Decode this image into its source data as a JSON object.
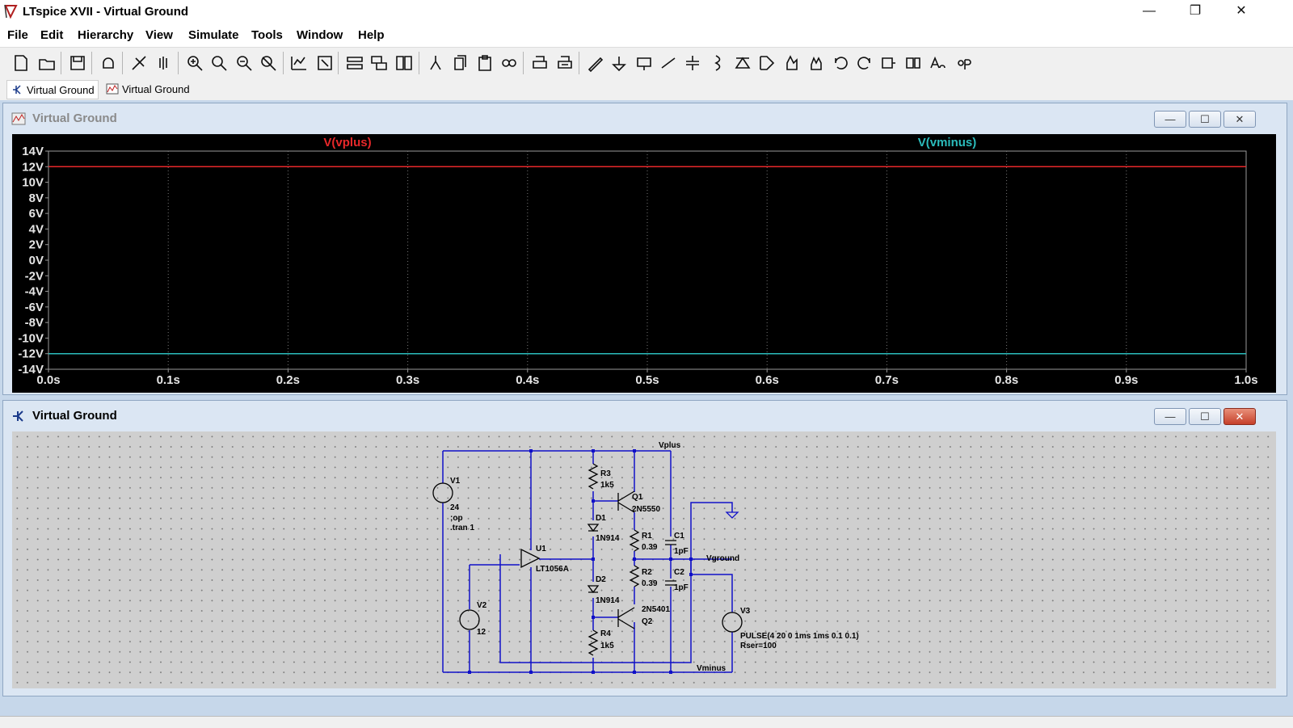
{
  "window": {
    "title": "LTspice XVII - Virtual Ground",
    "minimize": "—",
    "restore": "❐",
    "close": "✕"
  },
  "menu": [
    "File",
    "Edit",
    "Hierarchy",
    "View",
    "Simulate",
    "Tools",
    "Window",
    "Help"
  ],
  "toolbar_icons": [
    "new-schematic-icon",
    "open-icon",
    "save-icon",
    "control-panel-icon",
    "run-icon",
    "halt-icon",
    "zoom-in-icon",
    "zoom-area-icon",
    "zoom-out-icon",
    "zoom-fit-icon",
    "autorange-icon",
    "pick-visible-icon",
    "tile-horizontal-icon",
    "cascade-icon",
    "tile-vertical-icon",
    "cut-icon",
    "copy-icon",
    "paste-icon",
    "find-icon",
    "print-icon",
    "print-preview-icon",
    "draw-wire-icon",
    "ground-icon",
    "label-net-icon",
    "resistor-icon",
    "capacitor-icon",
    "inductor-icon",
    "diode-icon",
    "component-icon",
    "move-icon",
    "drag-icon",
    "undo-icon",
    "redo-icon",
    "rotate-icon",
    "mirror-icon",
    "text-icon",
    "spice-directive-icon"
  ],
  "tabs": [
    {
      "label": "Virtual Ground",
      "icon": "schematic-icon"
    },
    {
      "label": "Virtual Ground",
      "icon": "waveform-icon"
    }
  ],
  "plot_window": {
    "title": "Virtual Ground",
    "buttons": {
      "min": "—",
      "max": "☐",
      "close": "✕"
    }
  },
  "schematic_window": {
    "title": "Virtual Ground",
    "buttons": {
      "min": "—",
      "max": "☐",
      "close": "✕"
    }
  },
  "chart_data": {
    "type": "line",
    "x": [
      0.0,
      1.0
    ],
    "xlim": [
      0.0,
      1.0
    ],
    "ylim": [
      -14,
      14
    ],
    "xticks": [
      "0.0s",
      "0.1s",
      "0.2s",
      "0.3s",
      "0.4s",
      "0.5s",
      "0.6s",
      "0.7s",
      "0.8s",
      "0.9s",
      "1.0s"
    ],
    "xtick_values": [
      0,
      0.1,
      0.2,
      0.3,
      0.4,
      0.5,
      0.6,
      0.7,
      0.8,
      0.9,
      1.0
    ],
    "yticks": [
      "14V",
      "12V",
      "10V",
      "8V",
      "6V",
      "4V",
      "2V",
      "0V",
      "-2V",
      "-4V",
      "-6V",
      "-8V",
      "-10V",
      "-12V",
      "-14V"
    ],
    "ytick_values": [
      14,
      12,
      10,
      8,
      6,
      4,
      2,
      0,
      -2,
      -4,
      -6,
      -8,
      -10,
      -12,
      -14
    ],
    "grid": true,
    "series": [
      {
        "name": "V(vplus)",
        "values": [
          12,
          12
        ],
        "color": "#e8282a"
      },
      {
        "name": "V(vminus)",
        "values": [
          -12,
          -12
        ],
        "color": "#2bbcbc"
      }
    ]
  },
  "schematic": {
    "labels": {
      "vplus": "Vplus",
      "vminus": "Vminus",
      "vground": "Vground",
      "v1_name": "V1",
      "v1_value": "24",
      "op": ";op",
      "tran": ".tran 1",
      "v2_name": "V2",
      "v2_value": "12",
      "u1_name": "U1",
      "u1_model": "LT1056A",
      "r3_name": "R3",
      "r3_value": "1k5",
      "q1_name": "Q1",
      "q1_model": "2N5550",
      "d1_name": "D1",
      "d1_model": "1N914",
      "r1_name": "R1",
      "r1_value": "0.39",
      "c1_name": "C1",
      "c1_value": "1pF",
      "r2_name": "R2",
      "r2_value": "0.39",
      "c2_name": "C2",
      "c2_value": "1pF",
      "d2_name": "D2",
      "d2_model": "1N914",
      "q2_model": "2N5401",
      "q2_name": "Q2",
      "r4_name": "R4",
      "r4_value": "1k5",
      "v3_name": "V3",
      "v3_value": "PULSE(4 20 0 1ms 1ms 0.1 0.1)",
      "v3_rser": "Rser=100"
    }
  }
}
